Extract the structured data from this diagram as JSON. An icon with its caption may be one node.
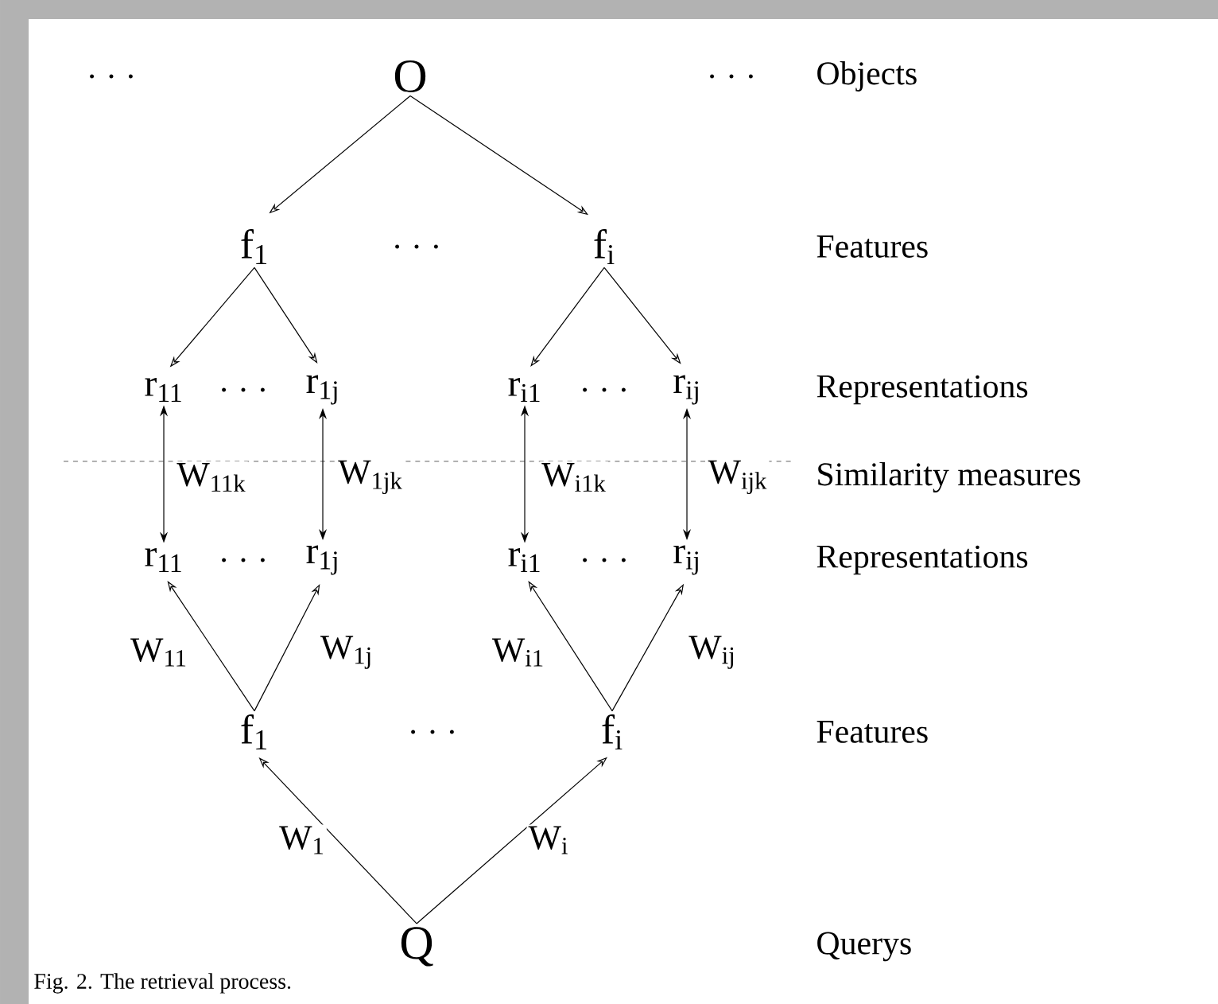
{
  "diagram": {
    "caption": "Fig. 2.   The retrieval process.",
    "nodes": [
      {
        "text": [
          "O"
        ]
      },
      {
        "text": [
          "f$_{1}$"
        ]
      },
      {
        "text": [
          "f$_{i}$"
        ]
      },
      {
        "text": [
          "r$_{11}$"
        ]
      },
      {
        "text": [
          "r$_{1j}$"
        ]
      },
      {
        "text": [
          "r$_{i1}$"
        ]
      },
      {
        "text": [
          "r$_{ij}$"
        ]
      },
      {
        "text": [
          "r$_{11}$"
        ]
      },
      {
        "text": [
          "r$_{1j}$"
        ]
      },
      {
        "text": [
          "r$_{i1}$"
        ]
      },
      {
        "text": [
          "r$_{ij}$"
        ]
      },
      {
        "text": [
          "f$_{1}$"
        ]
      },
      {
        "text": [
          "f$_{i}$"
        ]
      },
      {
        "text": [
          "Q"
        ]
      }
    ],
    "edges": [
      {
        "from": 0,
        "to": 1,
        "arrow": "to"
      },
      {
        "from": 0,
        "to": 2,
        "arrow": "to"
      },
      {
        "from": 1,
        "to": 3,
        "arrow": "to"
      },
      {
        "from": 1,
        "to": 4,
        "arrow": "to"
      },
      {
        "from": 2,
        "to": 5,
        "arrow": "to"
      },
      {
        "from": 2,
        "to": 6,
        "arrow": "to"
      },
      {
        "from": 3,
        "to": 7,
        "arrow": "both",
        "label": "W$_{11k}$"
      },
      {
        "from": 4,
        "to": 8,
        "arrow": "both",
        "label": "W$_{1jk}$"
      },
      {
        "from": 5,
        "to": 9,
        "arrow": "both",
        "label": "W$_{i1k}$"
      },
      {
        "from": 6,
        "to": 10,
        "arrow": "both",
        "label": "W$_{ijk}$"
      },
      {
        "from": 11,
        "to": 7,
        "arrow": "to",
        "label": "W$_{11}$"
      },
      {
        "from": 11,
        "to": 8,
        "arrow": "to",
        "label": "W$_{1j}$"
      },
      {
        "from": 12,
        "to": 9,
        "arrow": "to",
        "label": "W$_{i1}$"
      },
      {
        "from": 12,
        "to": 10,
        "arrow": "to",
        "label": "W$_{ij}$"
      },
      {
        "from": 13,
        "to": 11,
        "arrow": "to",
        "label": "W$_{1}$"
      },
      {
        "from": 13,
        "to": 12,
        "arrow": "to",
        "label": "W$_{i}$"
      }
    ],
    "labels": [
      ". . .",
      ". . .",
      "Objects",
      ". . .",
      "Features",
      ". . .",
      ". . .",
      "Representations",
      "Similarity measures",
      ". . .",
      ". . .",
      "Representations",
      ". . .",
      "Features",
      "Querys"
    ]
  }
}
